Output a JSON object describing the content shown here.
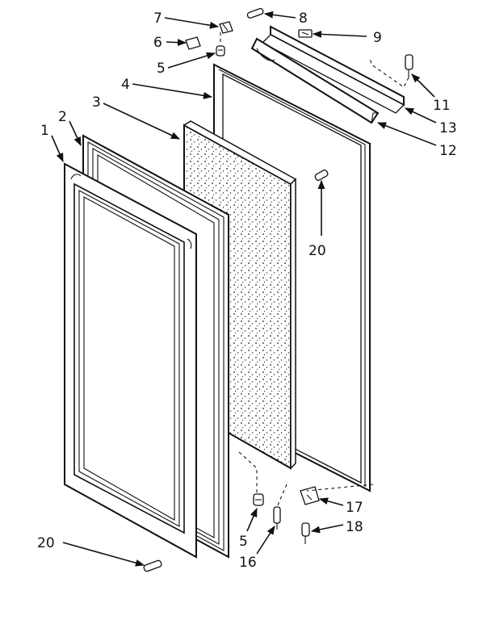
{
  "callouts": [
    {
      "id": "c1",
      "text": "1"
    },
    {
      "id": "c2",
      "text": "2"
    },
    {
      "id": "c3",
      "text": "3"
    },
    {
      "id": "c4",
      "text": "4"
    },
    {
      "id": "c5a",
      "text": "5"
    },
    {
      "id": "c5b",
      "text": "5"
    },
    {
      "id": "c6",
      "text": "6"
    },
    {
      "id": "c7",
      "text": "7"
    },
    {
      "id": "c8",
      "text": "8"
    },
    {
      "id": "c9",
      "text": "9"
    },
    {
      "id": "c11",
      "text": "11"
    },
    {
      "id": "c12",
      "text": "12"
    },
    {
      "id": "c13",
      "text": "13"
    },
    {
      "id": "c16",
      "text": "16"
    },
    {
      "id": "c17",
      "text": "17"
    },
    {
      "id": "c18",
      "text": "18"
    },
    {
      "id": "c20a",
      "text": "20"
    },
    {
      "id": "c20b",
      "text": "20"
    }
  ]
}
